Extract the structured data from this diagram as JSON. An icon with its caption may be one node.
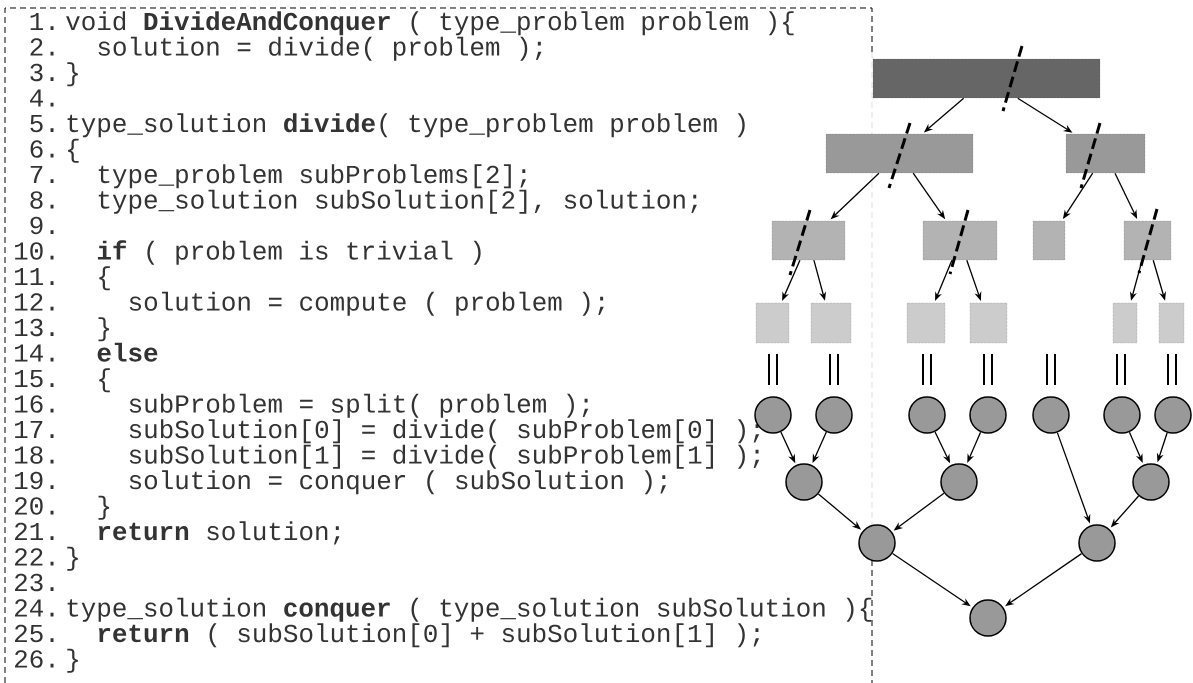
{
  "diagram": {
    "nodes": [
      {
        "text": [],
        "shape": "box"
      },
      {
        "text": [],
        "shape": "box"
      },
      {
        "text": [],
        "shape": "box"
      },
      {
        "text": [],
        "shape": "box"
      },
      {
        "text": [],
        "shape": "box"
      },
      {
        "text": [],
        "shape": "box"
      },
      {
        "text": [],
        "shape": "box"
      },
      {
        "text": [],
        "shape": "box"
      },
      {
        "text": [],
        "shape": "box"
      },
      {
        "text": [],
        "shape": "box"
      },
      {
        "text": [],
        "shape": "box"
      },
      {
        "text": [],
        "shape": "box"
      },
      {
        "text": [],
        "shape": "box"
      },
      {
        "text": [],
        "shape": "circle"
      },
      {
        "text": [],
        "shape": "circle"
      },
      {
        "text": [],
        "shape": "circle"
      },
      {
        "text": [],
        "shape": "circle"
      },
      {
        "text": [],
        "shape": "circle"
      },
      {
        "text": [],
        "shape": "circle"
      },
      {
        "text": [],
        "shape": "circle"
      },
      {
        "text": [],
        "shape": "circle"
      },
      {
        "text": [],
        "shape": "circle"
      },
      {
        "text": [],
        "shape": "circle"
      },
      {
        "text": [],
        "shape": "circle"
      },
      {
        "text": [],
        "shape": "circle"
      },
      {
        "text": [],
        "shape": "circle"
      }
    ],
    "edges": [
      {
        "from": 0,
        "to": 1,
        "arrow": "to"
      },
      {
        "from": 0,
        "to": 2,
        "arrow": "to"
      },
      {
        "from": 1,
        "to": 3,
        "arrow": "to"
      },
      {
        "from": 1,
        "to": 4,
        "arrow": "to"
      },
      {
        "from": 2,
        "to": 5,
        "arrow": "to"
      },
      {
        "from": 2,
        "to": 6,
        "arrow": "to"
      },
      {
        "from": 3,
        "to": 7,
        "arrow": "to"
      },
      {
        "from": 3,
        "to": 8,
        "arrow": "to"
      },
      {
        "from": 4,
        "to": 9,
        "arrow": "to"
      },
      {
        "from": 4,
        "to": 10,
        "arrow": "to"
      },
      {
        "from": 6,
        "to": 11,
        "arrow": "to"
      },
      {
        "from": 6,
        "to": 12,
        "arrow": "to"
      },
      {
        "from": 13,
        "to": 20,
        "arrow": "to"
      },
      {
        "from": 14,
        "to": 20,
        "arrow": "to"
      },
      {
        "from": 15,
        "to": 21,
        "arrow": "to"
      },
      {
        "from": 16,
        "to": 21,
        "arrow": "to"
      },
      {
        "from": 17,
        "to": 24,
        "arrow": "to"
      },
      {
        "from": 18,
        "to": 22,
        "arrow": "to"
      },
      {
        "from": 19,
        "to": 22,
        "arrow": "to"
      },
      {
        "from": 20,
        "to": 23,
        "arrow": "to"
      },
      {
        "from": 21,
        "to": 23,
        "arrow": "to"
      },
      {
        "from": 22,
        "to": 24,
        "arrow": "to"
      },
      {
        "from": 23,
        "to": 25,
        "arrow": "to"
      },
      {
        "from": 24,
        "to": 25,
        "arrow": "to"
      }
    ],
    "labels": [
      "1.",
      "void **DivideAndConquer** ( type_problem problem ){",
      "2.",
      "solution = divide( problem );",
      "3.",
      "}",
      "4.",
      "5.",
      "type_solution **divide**( type_problem problem )",
      "6.",
      "{",
      "7.",
      "type_problem subProblems[2];",
      "8.",
      "type_solution subSolution[2], solution;",
      "9.",
      "10.",
      "**if** ( problem is trivial )",
      "11.",
      "{",
      "12.",
      "solution = compute ( problem );",
      "13.",
      "}",
      "14.",
      "else",
      "15.",
      "{",
      "16.",
      "subProblem = split( problem );",
      "17.",
      "subSolution[0] = divide( subProblem[0] );",
      "18.",
      "subSolution[1] = divide( subProblem[1] );",
      "19.",
      "solution = conquer ( subSolution );",
      "20.",
      "}",
      "21.",
      "**return** solution;",
      "22.",
      "}",
      "23.",
      "24.",
      "type_solution **conquer** ( type_solution subSolution ){",
      "25.",
      "**return** ( subSolution[0] + subSolution[1] );",
      "26.",
      "}"
    ]
  }
}
